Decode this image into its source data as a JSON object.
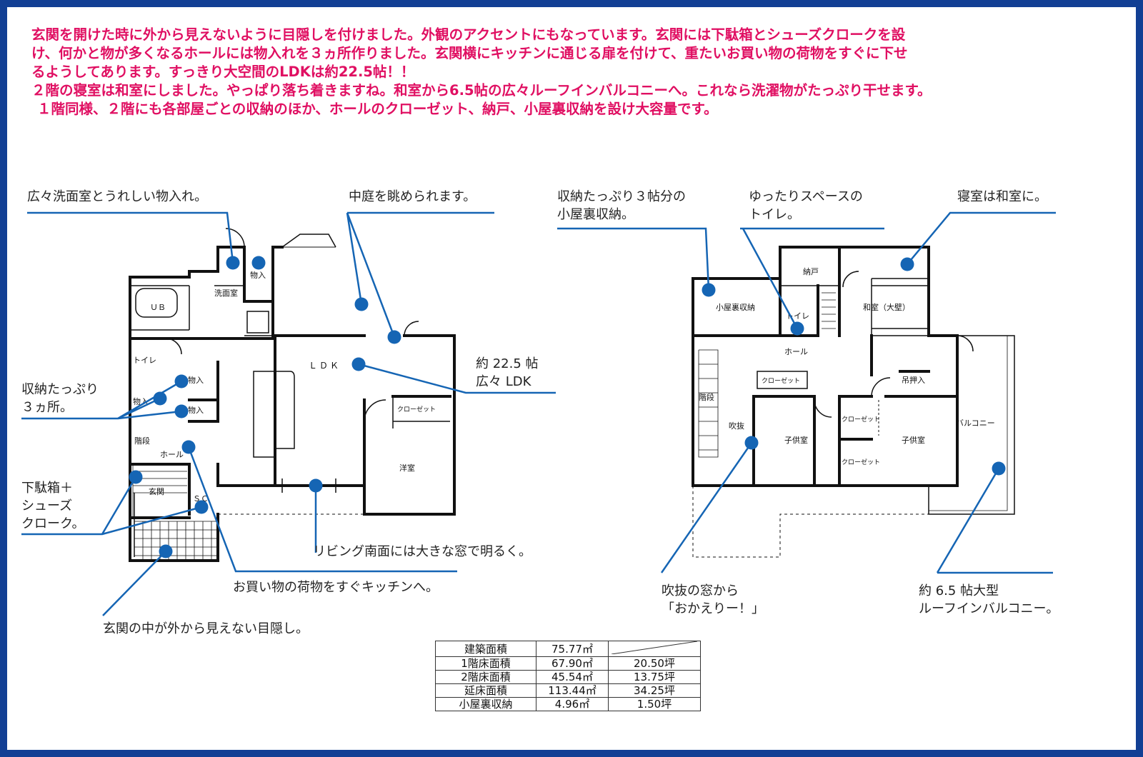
{
  "intro": {
    "line1": "玄関を開けた時に外から見えないように目隠しを付けました。外観のアクセントにもなっています。玄関には下駄箱とシューズクロークを設",
    "line2": "け、何かと物が多くなるホールには物入れを３ヵ所作りました。玄関横にキッチンに通じる扉を付けて、重たいお買い物の荷物をすぐに下せ",
    "line3": "るようしてあります。すっきり大空間のLDKは約22.5帖！！",
    "line4": "２階の寝室は和室にしました。やっぱり落ち着きますね。和室から6.5帖の広々ルーフインバルコニーへ。これなら洗濯物がたっぷり干せます。",
    "line5": "１階同様、２階にも各部屋ごとの収納のほか、ホールのクローゼット、納戸、小屋裏収納を設け大容量です。"
  },
  "callouts": {
    "washroom": "広々洗面室とうれしい物入れ。",
    "courtyard": "中庭を眺められます。",
    "ldk": "約 22.5 帖\n広々 LDK",
    "storage3": "収納たっぷり\n３ヵ所。",
    "shoes": "下駄箱＋\nシューズ\nクローク。",
    "window": "リビング南面には大きな窓で明るく。",
    "shopping": "お買い物の荷物をすぐキッチンへ。",
    "screen": "玄関の中が外から見えない目隠し。",
    "attic": "収納たっぷり３帖分の\n小屋裏収納。",
    "toilet": "ゆったりスペースの\nトイレ。",
    "bedroom": "寝室は和室に。",
    "fukinuke": "吹抜の窓から\n「おかえりー！」",
    "balcony": "約 6.5 帖大型\nルーフインバルコニー。"
  },
  "floor1": {
    "ub": "ＵＢ",
    "senmen": "洗面室",
    "monoire": "物入",
    "toire": "トイレ",
    "ldk": "ＬＤＫ",
    "closet": "クローゼット",
    "yoshitsu": "洋室",
    "kaidan": "階段",
    "hall": "ホール",
    "genkan": "玄関",
    "sc": "ＳＣ"
  },
  "floor2": {
    "nando": "納戸",
    "koyaura": "小屋裏収納",
    "toire": "トイレ",
    "washitsu": "和室（大壁）",
    "hall": "ホール",
    "closet": "クローゼット",
    "kaidan": "階段",
    "fukinuke": "吹抜",
    "kodomo1": "子供室",
    "kodomo2": "子供室",
    "closet2": "クローゼット",
    "closet3": "クローゼット",
    "oshiire": "吊押入",
    "balcony": "バルコニー"
  },
  "area_table": {
    "rows": [
      {
        "label": "建築面積",
        "m2": "75.77㎡",
        "tsubo": ""
      },
      {
        "label": "1階床面積",
        "m2": "67.90㎡",
        "tsubo": "20.50坪"
      },
      {
        "label": "2階床面積",
        "m2": "45.54㎡",
        "tsubo": "13.75坪"
      },
      {
        "label": "延床面積",
        "m2": "113.44㎡",
        "tsubo": "34.25坪"
      },
      {
        "label": "小屋裏収納",
        "m2": "4.96㎡",
        "tsubo": "1.50坪"
      }
    ]
  },
  "colors": {
    "frame": "#123f94",
    "intro_text": "#e00f62",
    "leader": "#1565b4",
    "dot": "#1565b4",
    "wall": "#111111"
  }
}
